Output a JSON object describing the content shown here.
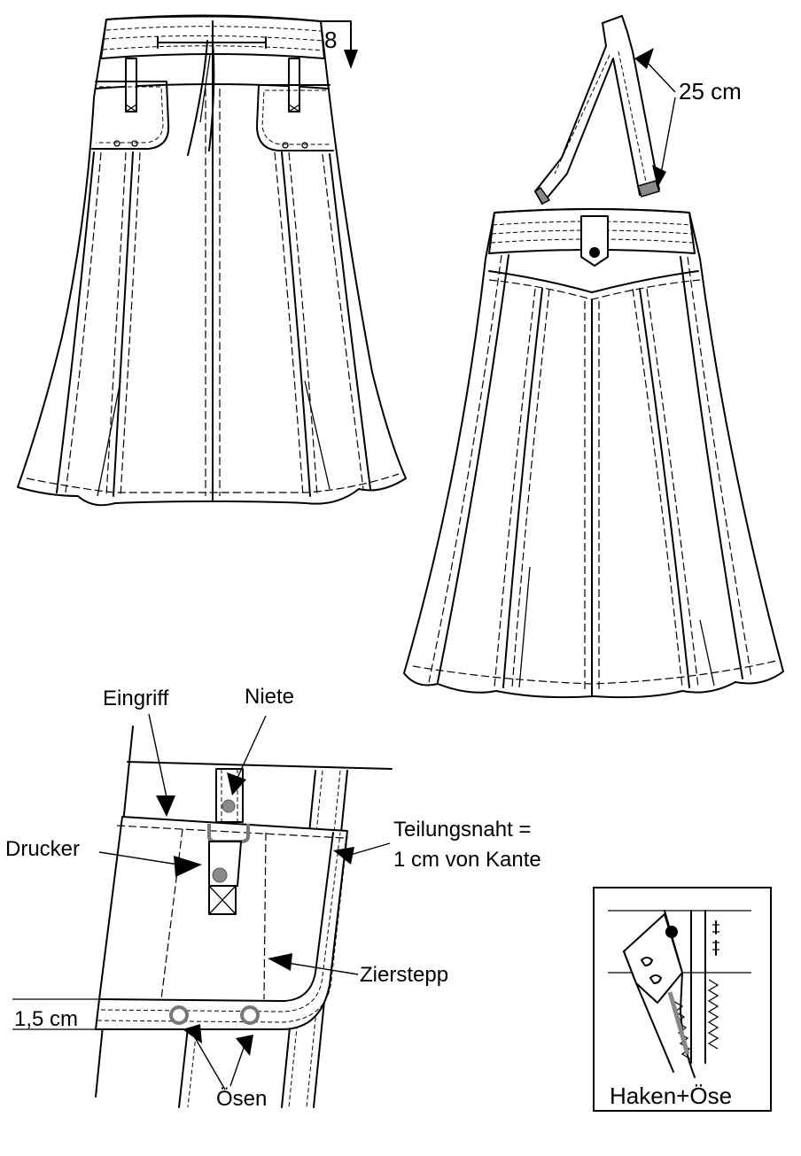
{
  "labels": {
    "waistband_drop": "8",
    "strap_length": "25 cm",
    "eingriff": "Eingriff",
    "niete": "Niete",
    "drucker": "Drucker",
    "teilungsnaht_line1": "Teilungsnaht =",
    "teilungsnaht_line2": "1 cm von Kante",
    "ziersteppe": "Zierstepp",
    "pocket_width": "1,5 cm",
    "oesen": "Ösen",
    "hook_eye": "Haken+Öse"
  }
}
